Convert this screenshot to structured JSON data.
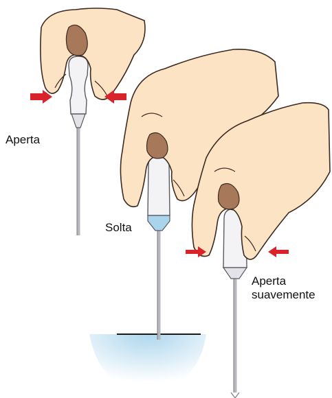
{
  "labels": {
    "squeeze": "Aperta",
    "release": "Solta",
    "squeeze_gently_line1": "Aperta",
    "squeeze_gently_line2": "suavemente"
  },
  "colors": {
    "skin": "#fce3c4",
    "outline": "#3a2a20",
    "nail": "#a8785a",
    "bulb": "#f3f3f6",
    "glass": "#c9c9cf",
    "liquid": "#a9d4ec",
    "arrow": "#d9232a"
  }
}
